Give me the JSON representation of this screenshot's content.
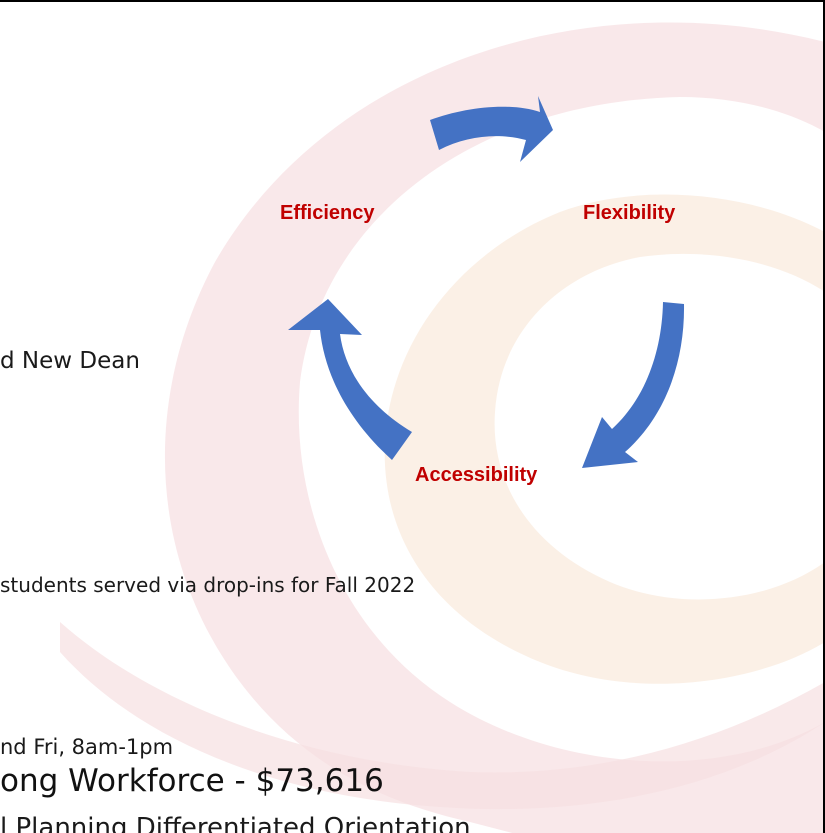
{
  "cycle": {
    "labels": [
      "Efficiency",
      "Flexibility",
      "Accessibility"
    ],
    "label_color": "#c00000",
    "arrow_color": "#4472c4"
  },
  "body_lines": {
    "line1": "d New Dean",
    "line2": "students served via drop-ins for Fall 2022",
    "line3": "nd Fri, 8am-1pm",
    "line4": "ong Workforce - $73,616",
    "line5": "l Planning Differentiated Orientation"
  },
  "background": {
    "watermark_colors": [
      "#f7e3e5",
      "#fbeee2"
    ]
  }
}
